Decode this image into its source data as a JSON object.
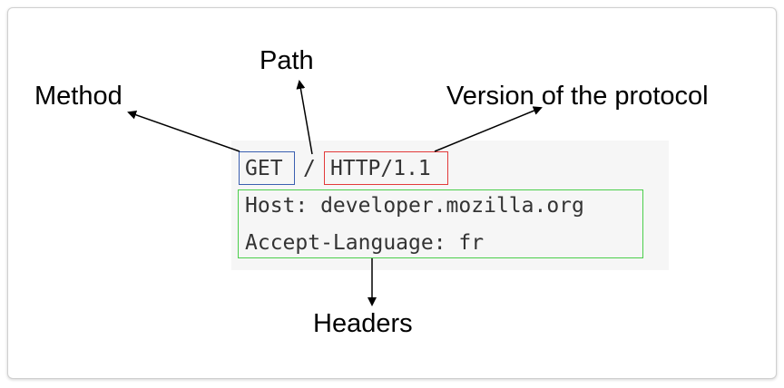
{
  "labels": {
    "method": "Method",
    "path": "Path",
    "version": "Version of the protocol",
    "headers": "Headers"
  },
  "request": {
    "method": "GET",
    "path": "/",
    "version": "HTTP/1.1",
    "header_lines": [
      "Host: developer.mozilla.org",
      "Accept-Language: fr"
    ]
  },
  "colors": {
    "method_box": "#3a5fb0",
    "version_box": "#e23a3a",
    "headers_box": "#4ccf4c",
    "code_background": "#f6f6f6",
    "code_text": "#333333"
  }
}
